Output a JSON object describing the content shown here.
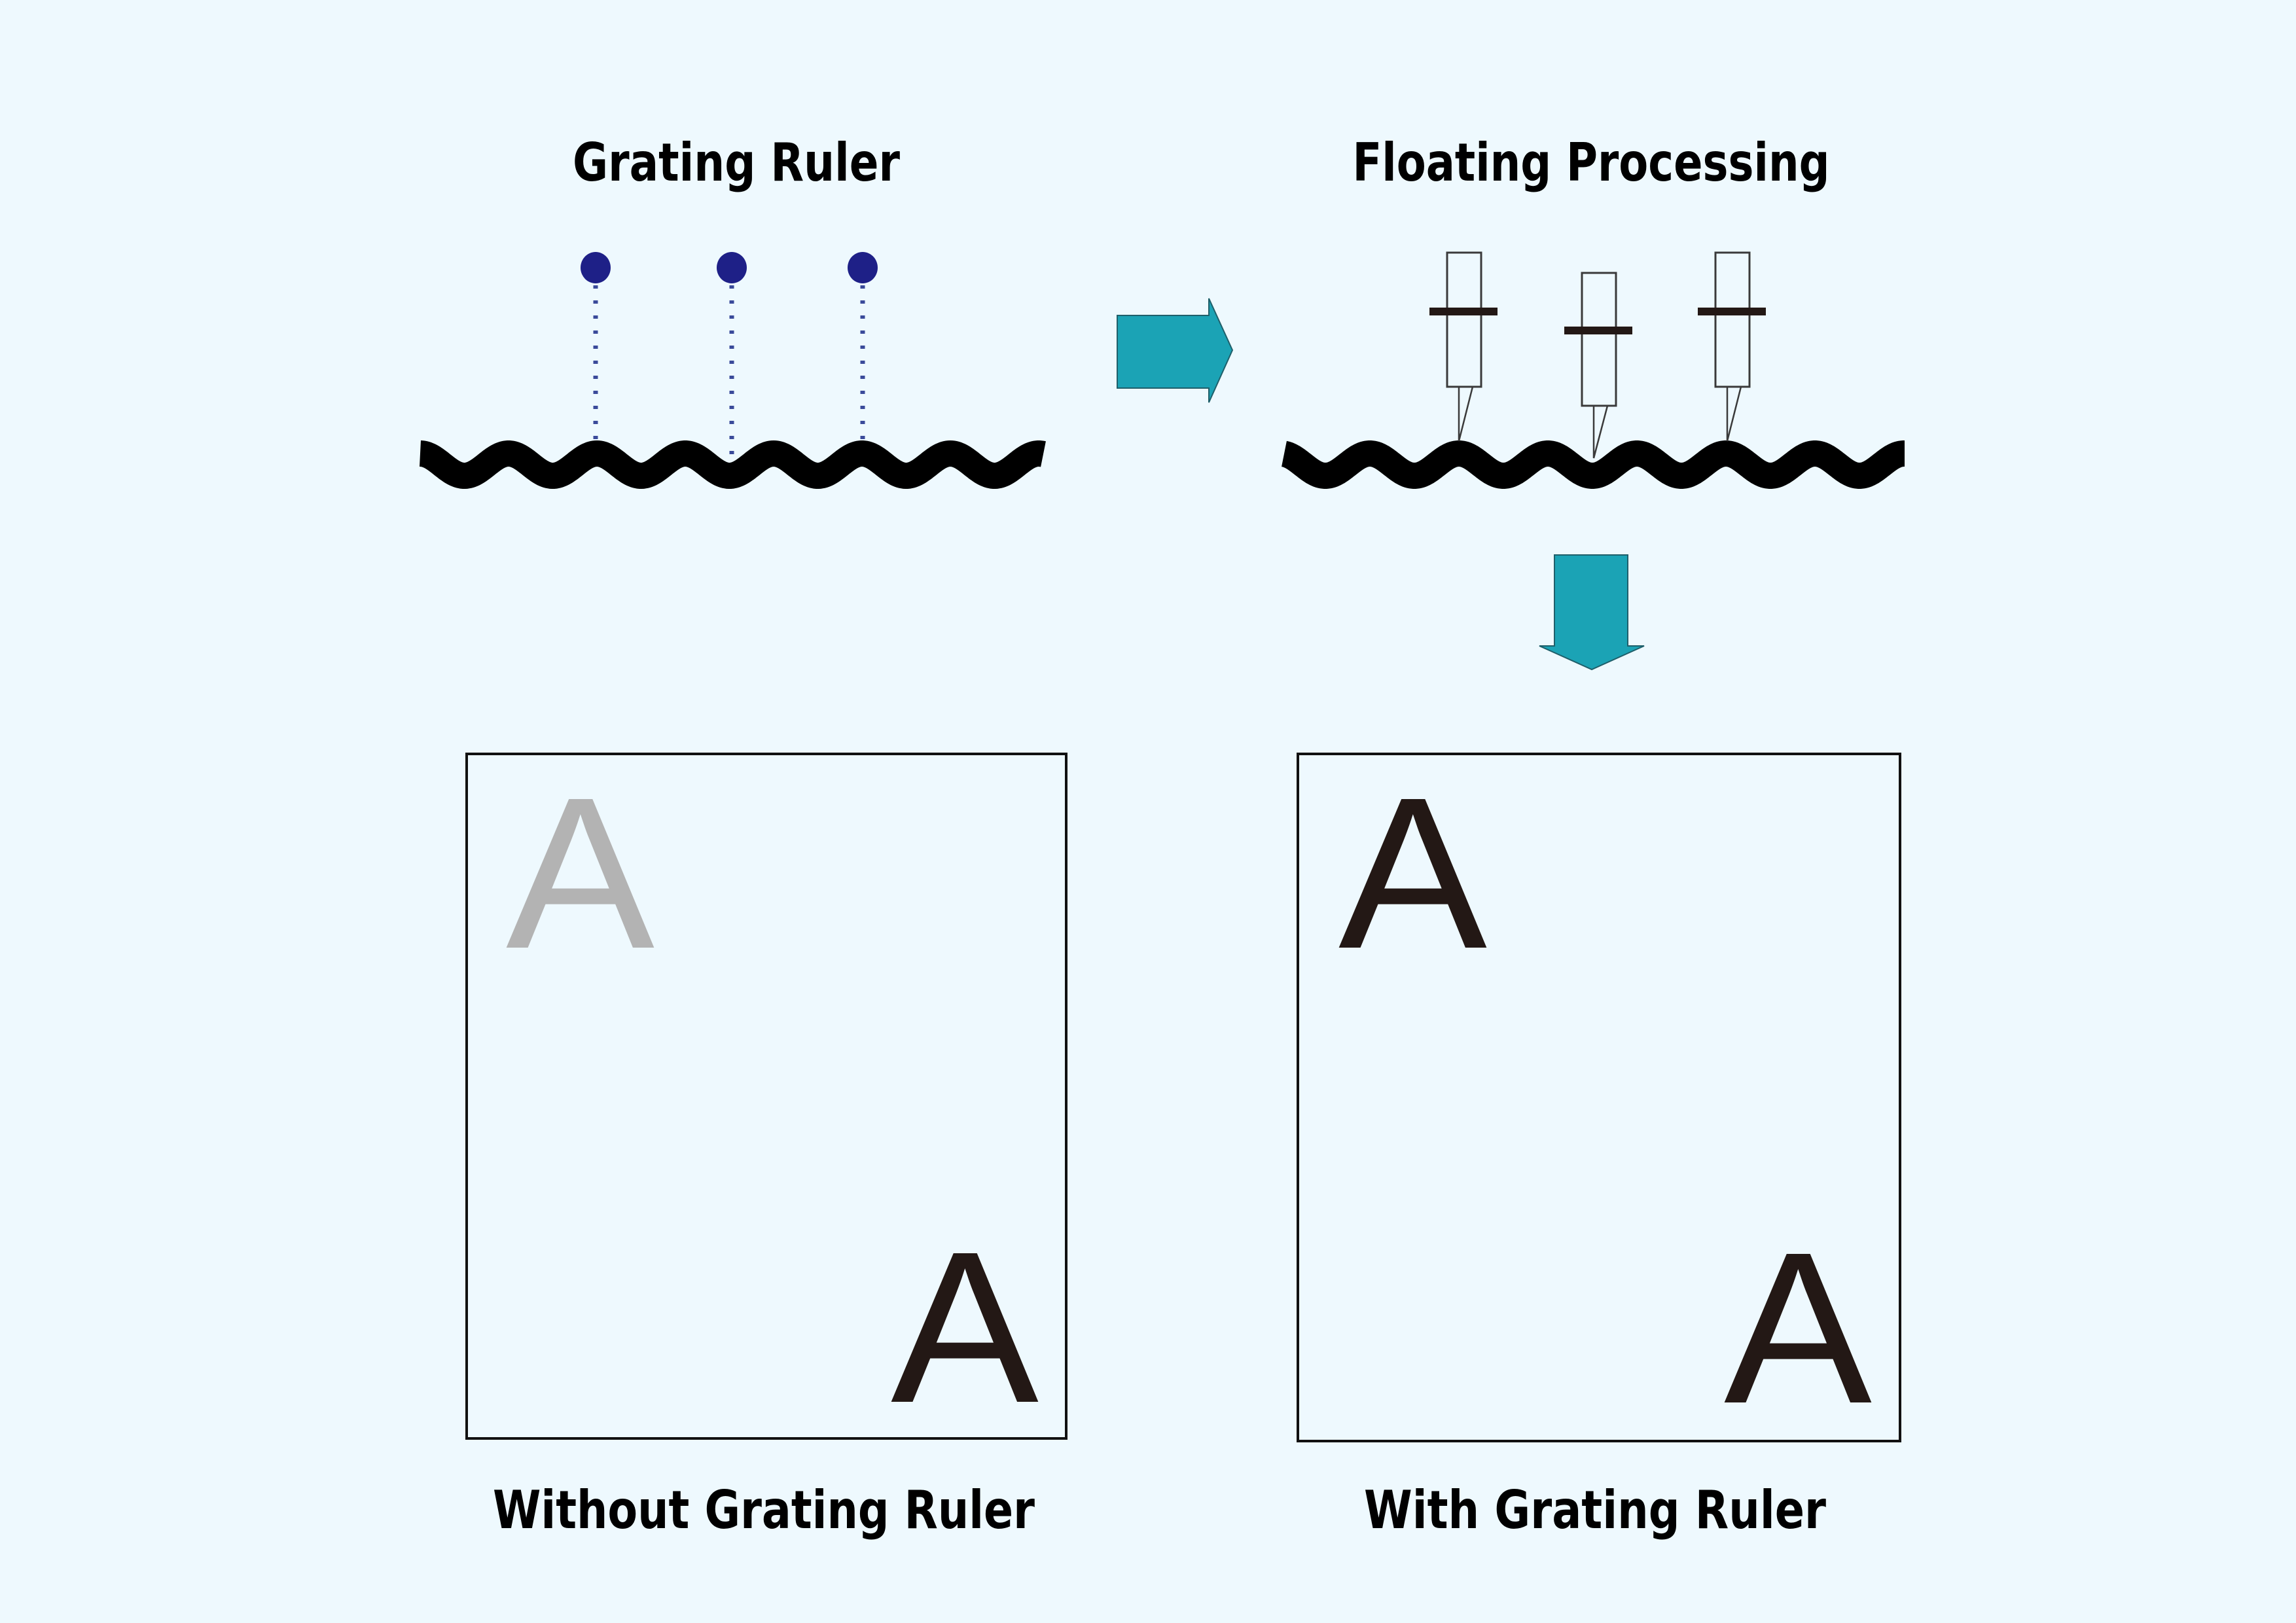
{
  "titles": {
    "grating_ruler": "Grating Ruler",
    "floating_processing": "Floating Processing"
  },
  "captions": {
    "without": "Without Grating Ruler",
    "with": "With Grating Ruler"
  },
  "samples": {
    "without": {
      "top_left_letter": "A",
      "bottom_right_letter": "A"
    },
    "with": {
      "top_left_letter": "A",
      "bottom_right_letter": "A"
    }
  },
  "icons": {
    "flow_right": "arrow-right-icon",
    "flow_down": "arrow-down-icon",
    "sensor_count": 3,
    "tool_count": 3
  },
  "colors": {
    "background": "#eef9fe",
    "arrow_fill": "#1ba3b5",
    "arrow_stroke": "#1f5f6a",
    "sensor_dot": "#1e2087",
    "sensor_line": "#3a4a9a",
    "surface": "#000000",
    "misaligned_letter": "#b3b3b3",
    "aligned_letter": "#231815",
    "tool_outline": "#3a3a3a",
    "tool_band": "#231815"
  }
}
